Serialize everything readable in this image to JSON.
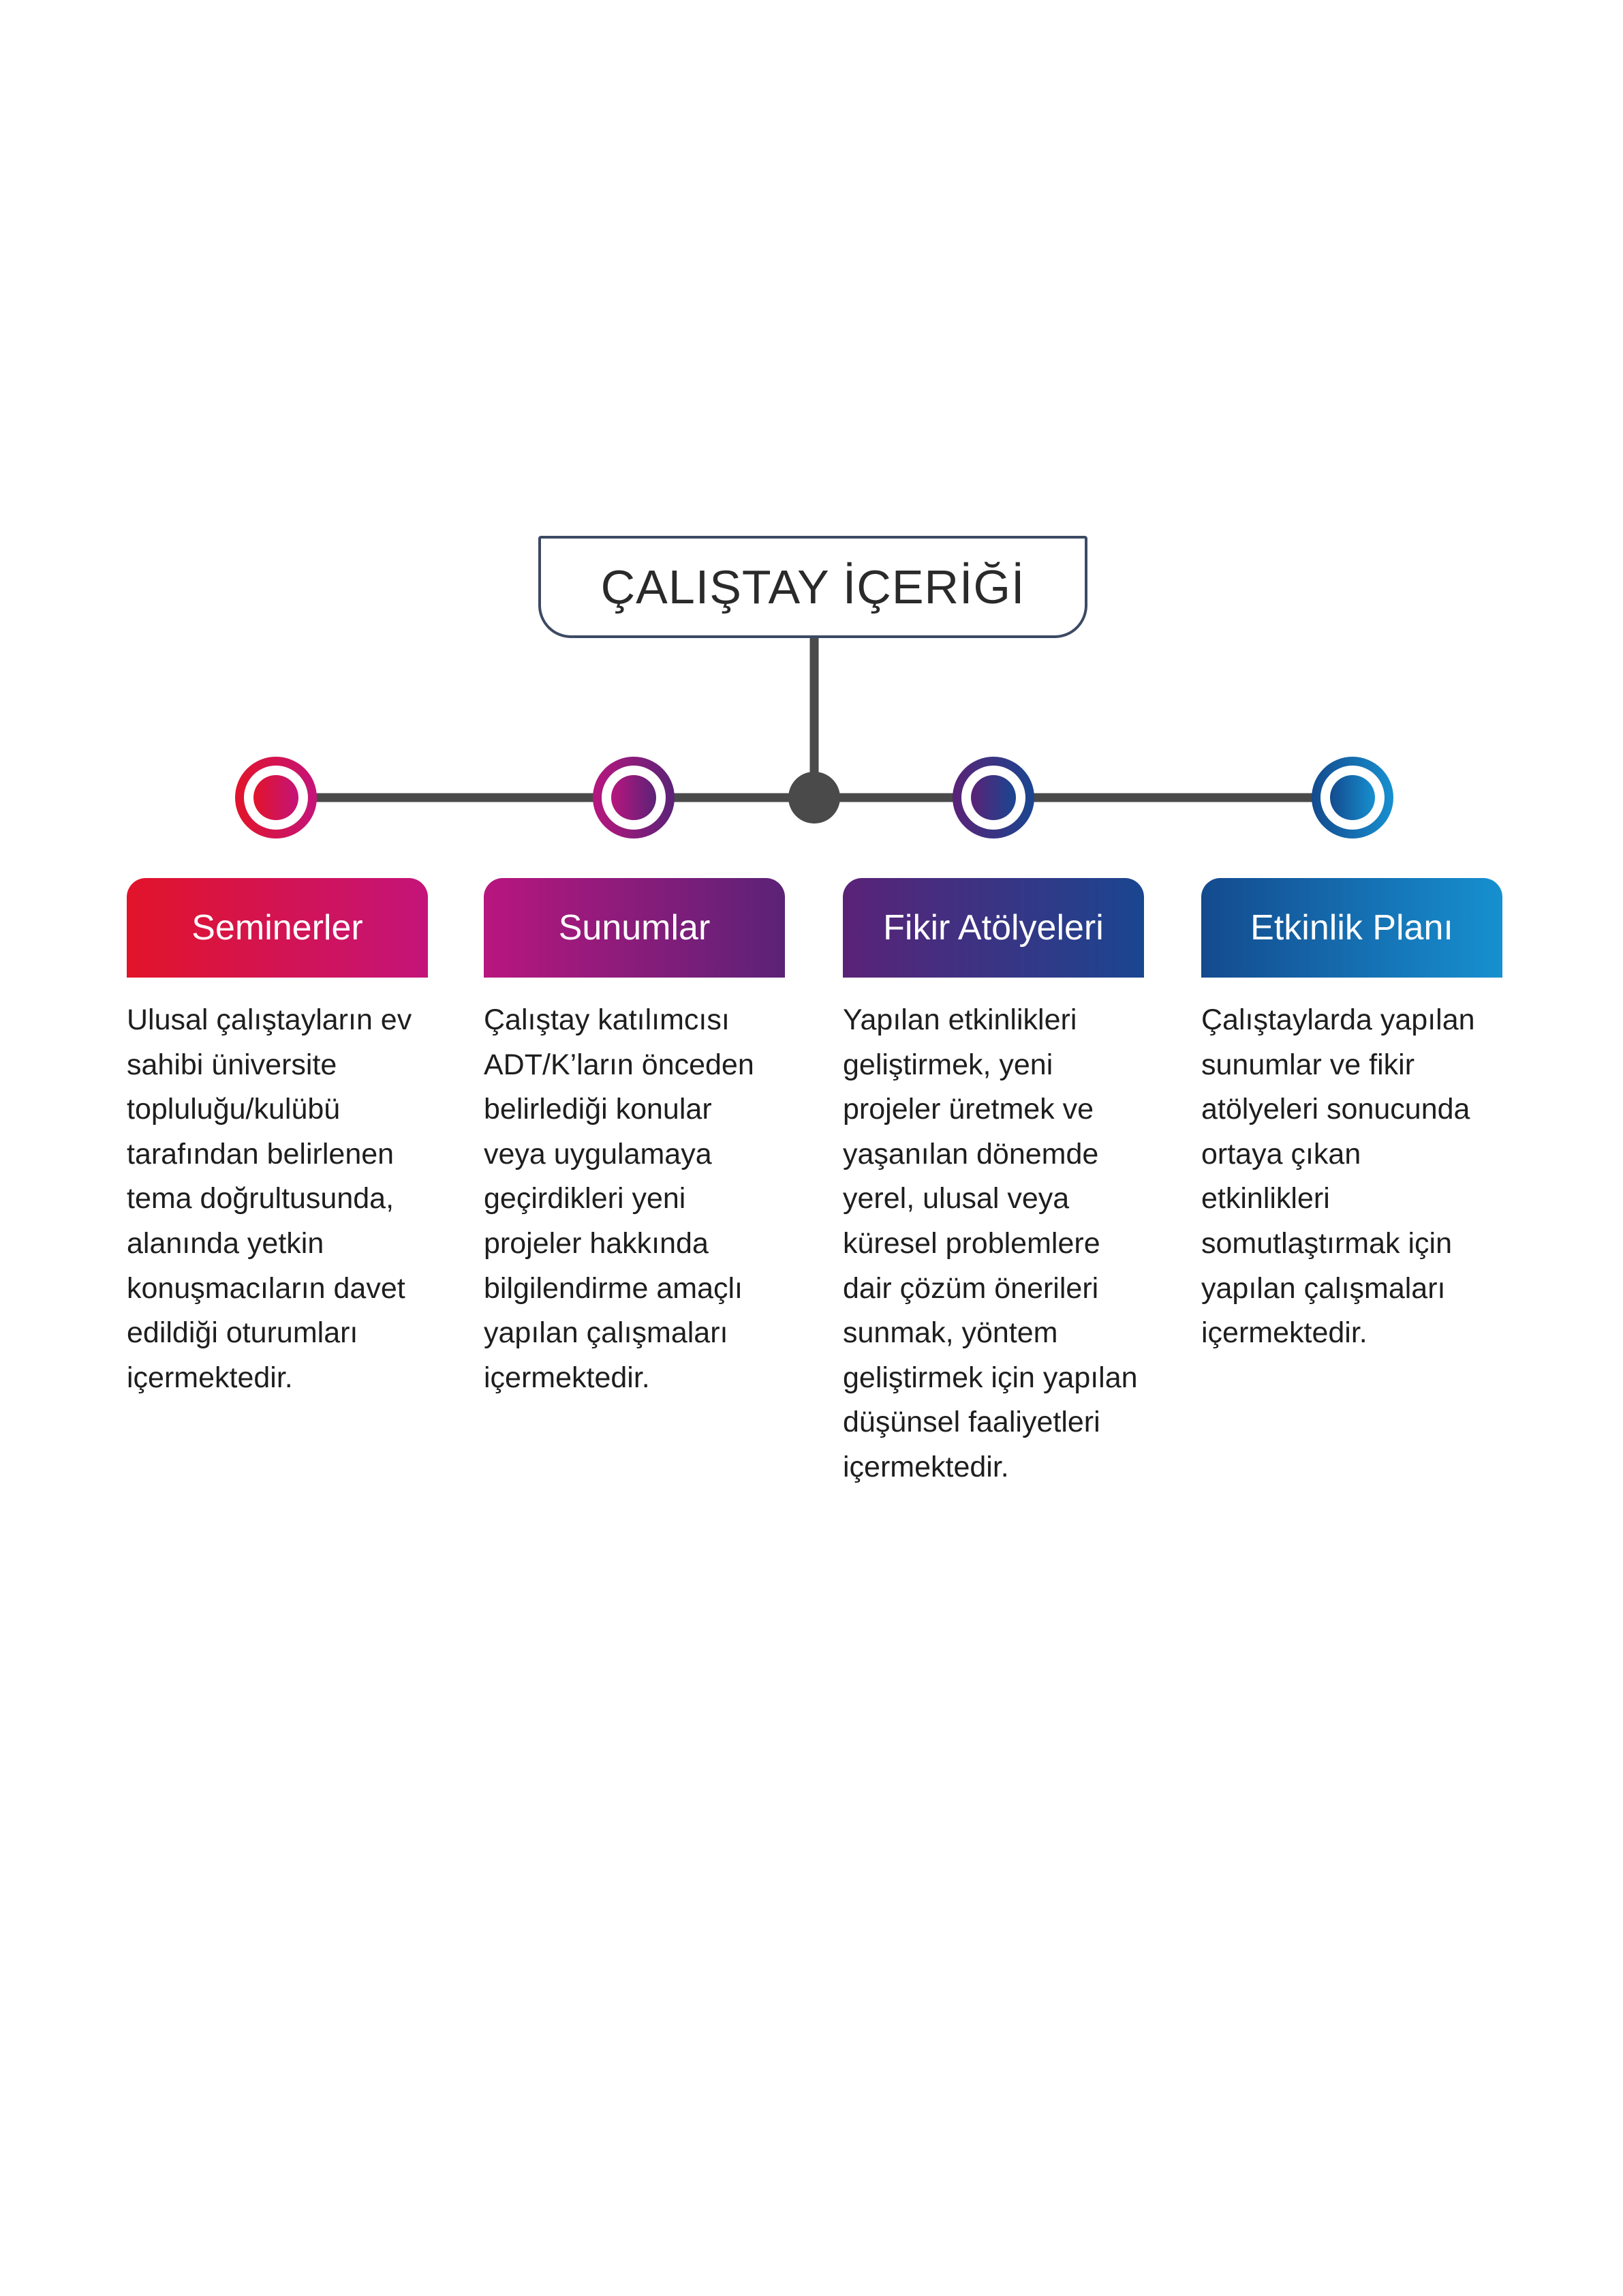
{
  "title": "ÇALIŞTAY İÇERİĞİ",
  "colors": {
    "connector": "#4a4a4a",
    "title_border": "#3c4a63",
    "text": "#1e1e1e"
  },
  "items": [
    {
      "heading": "Seminerler",
      "description": "Ulusal çalıştayların ev\nsahibi üniversite\ntopluluğu/kulübü\ntarafından belirlenen\ntema doğrultusunda,\nalanında yetkin\nkonuşmacıların davet\nedildiği oturumları\niçermektedir.",
      "gradient": [
        "#e2142a",
        "#c4147a"
      ]
    },
    {
      "heading": "Sunumlar",
      "description": "Çalıştay katılımcısı\nADT/K’ların önceden\nbelirlediği konular\nveya uygulamaya\ngeçirdikleri yeni\nprojeler hakkında\nbilgilendirme amaçlı\nyapılan çalışmaları\niçermektedir.",
      "gradient": [
        "#b8167e",
        "#5b2277"
      ]
    },
    {
      "heading": "Fikir Atölyeleri",
      "description": "Yapılan etkinlikleri\ngeliştirmek, yeni\nprojeler üretmek ve\nyaşanılan dönemde\nyerel, ulusal veya\nküresel problemlere\ndair çözüm önerileri\nsunmak, yöntem\ngeliştirmek için yapılan\ndüşünsel faaliyetleri\niçermektedir.",
      "gradient": [
        "#5a2277",
        "#1a4690"
      ]
    },
    {
      "heading": "Etkinlik Planı",
      "description": "Çalıştaylarda yapılan\nsunumlar ve fikir\natölyeleri sonucunda\nortaya çıkan\netkinlikleri\nsomutlaştırmak için\nyapılan çalışmaları\niçermektedir.",
      "gradient": [
        "#144a8e",
        "#1690d0"
      ]
    }
  ]
}
